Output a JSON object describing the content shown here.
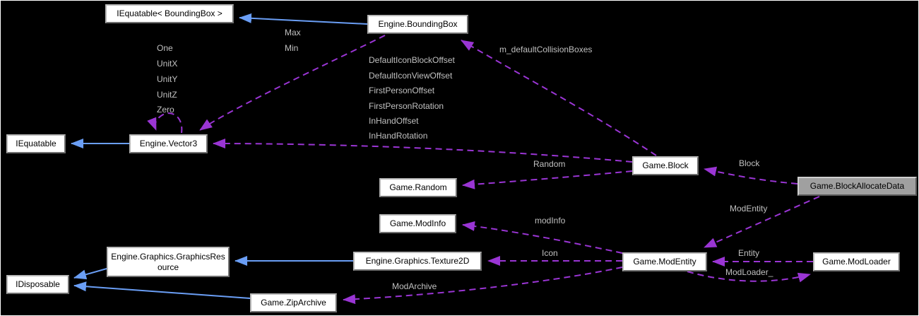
{
  "diagram": {
    "kind": "doxygen-collaboration-diagram",
    "background_color": "#000000",
    "node_fill": "#ffffff",
    "highlight_node_fill": "#a0a0a0",
    "inheritance_edge_color": "#6a9ef5",
    "usage_edge_color": "#9a35d4",
    "edge_label_color": "#c0c0c0"
  },
  "nodes": {
    "iequatable_boundingbox": {
      "label": "IEquatable< BoundingBox >"
    },
    "engine_boundingbox": {
      "label": "Engine.BoundingBox"
    },
    "iequatable": {
      "label": "IEquatable"
    },
    "engine_vector3": {
      "label": "Engine.Vector3"
    },
    "game_random": {
      "label": "Game.Random"
    },
    "game_modinfo": {
      "label": "Game.ModInfo"
    },
    "engine_graphics_graphicsresource": {
      "label": "Engine.Graphics.GraphicsResource"
    },
    "engine_graphics_texture2d": {
      "label": "Engine.Graphics.Texture2D"
    },
    "idisposable": {
      "label": "IDisposable"
    },
    "game_ziparchive": {
      "label": "Game.ZipArchive"
    },
    "game_block": {
      "label": "Game.Block"
    },
    "game_blockallocatedata": {
      "label": "Game.BlockAllocateData"
    },
    "game_modentity": {
      "label": "Game.ModEntity"
    },
    "game_modloader": {
      "label": "Game.ModLoader"
    }
  },
  "edge_labels": {
    "max": "Max",
    "min": "Min",
    "one": "One",
    "unitx": "UnitX",
    "unity": "UnitY",
    "unitz": "UnitZ",
    "zero": "Zero",
    "m_defaultcollisionboxes": "m_defaultCollisionBoxes",
    "defaulticonblockoffset": "DefaultIconBlockOffset",
    "defaulticonviewoffset": "DefaultIconViewOffset",
    "firstpersonoffset": "FirstPersonOffset",
    "firstpersonrotation": "FirstPersonRotation",
    "inhandoffset": "InHandOffset",
    "inhandrotation": "InHandRotation",
    "random": "Random",
    "block": "Block",
    "modentity": "ModEntity",
    "modinfo": "modInfo",
    "icon": "Icon",
    "entity": "Entity",
    "modloader_": "ModLoader_",
    "modarchive": "ModArchive"
  },
  "edges": [
    {
      "type": "inheritance",
      "from": "Engine.BoundingBox",
      "to": "IEquatable< BoundingBox >"
    },
    {
      "type": "inheritance",
      "from": "Engine.Vector3",
      "to": "IEquatable"
    },
    {
      "type": "inheritance",
      "from": "Engine.Graphics.Texture2D",
      "to": "Engine.Graphics.GraphicsResource"
    },
    {
      "type": "inheritance",
      "from": "Engine.Graphics.GraphicsResource",
      "to": "IDisposable"
    },
    {
      "type": "inheritance",
      "from": "Game.ZipArchive",
      "to": "IDisposable"
    },
    {
      "type": "usage",
      "from": "Engine.BoundingBox",
      "to": "Engine.Vector3",
      "label": "Max, Min"
    },
    {
      "type": "usage",
      "from": "Engine.Vector3",
      "to": "Engine.Vector3",
      "label": "One, UnitX, UnitY, UnitZ, Zero"
    },
    {
      "type": "usage",
      "from": "Game.Block",
      "to": "Engine.Vector3",
      "label": "DefaultIconBlockOffset, DefaultIconViewOffset, FirstPersonOffset, FirstPersonRotation, InHandOffset, InHandRotation"
    },
    {
      "type": "usage",
      "from": "Game.Block",
      "to": "Engine.BoundingBox",
      "label": "m_defaultCollisionBoxes"
    },
    {
      "type": "usage",
      "from": "Game.Block",
      "to": "Game.Random",
      "label": "Random"
    },
    {
      "type": "usage",
      "from": "Game.BlockAllocateData",
      "to": "Game.Block",
      "label": "Block"
    },
    {
      "type": "usage",
      "from": "Game.BlockAllocateData",
      "to": "Game.ModEntity",
      "label": "ModEntity"
    },
    {
      "type": "usage",
      "from": "Game.ModEntity",
      "to": "Game.ModInfo",
      "label": "modInfo"
    },
    {
      "type": "usage",
      "from": "Game.ModEntity",
      "to": "Engine.Graphics.Texture2D",
      "label": "Icon"
    },
    {
      "type": "usage",
      "from": "Game.ModLoader",
      "to": "Game.ModEntity",
      "label": "Entity"
    },
    {
      "type": "usage",
      "from": "Game.ModEntity",
      "to": "Game.ModLoader",
      "label": "ModLoader_"
    },
    {
      "type": "usage",
      "from": "Game.ModEntity",
      "to": "Game.ZipArchive",
      "label": "ModArchive"
    }
  ]
}
